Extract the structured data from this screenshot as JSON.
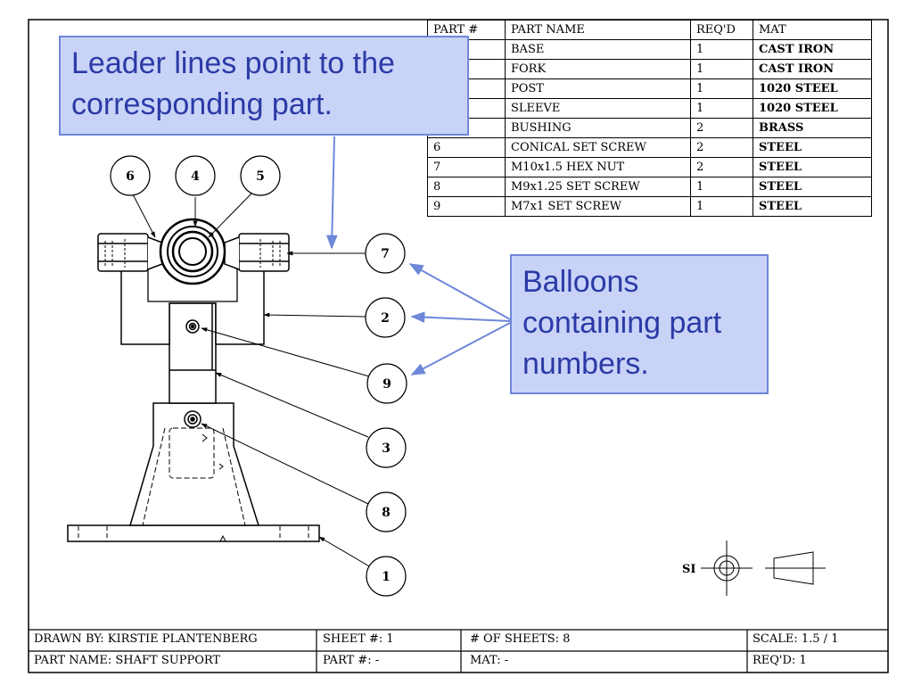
{
  "bom": {
    "headers": [
      "PART #",
      "PART NAME",
      "REQ'D",
      "MAT"
    ],
    "rows": [
      [
        "",
        "BASE",
        "1",
        "CAST IRON"
      ],
      [
        "",
        "FORK",
        "1",
        "CAST IRON"
      ],
      [
        "",
        "POST",
        "1",
        "1020 STEEL"
      ],
      [
        "",
        "SLEEVE",
        "1",
        "1020 STEEL"
      ],
      [
        "",
        "BUSHING",
        "2",
        "BRASS"
      ],
      [
        "6",
        "CONICAL SET SCREW",
        "2",
        "STEEL"
      ],
      [
        "7",
        "M10x1.5 HEX NUT",
        "2",
        "STEEL"
      ],
      [
        "8",
        "M9x1.25 SET SCREW",
        "1",
        "STEEL"
      ],
      [
        "9",
        "M7x1 SET SCREW",
        "1",
        "STEEL"
      ]
    ]
  },
  "callouts": {
    "leader_lines": "Leader lines point to the corresponding part.",
    "balloons": "Balloons containing part numbers."
  },
  "balloons": [
    "6",
    "4",
    "5",
    "7",
    "2",
    "9",
    "3",
    "8",
    "1"
  ],
  "projection_symbol": "SI",
  "title_block": {
    "drawn_by": "DRAWN BY: KIRSTIE PLANTENBERG",
    "sheet": "SHEET #: 1",
    "num_sheets": "# OF SHEETS: 8",
    "scale": "SCALE: 1.5 / 1",
    "part_name": "PART NAME: SHAFT SUPPORT",
    "part_num": "PART #: -",
    "mat": "MAT: -",
    "reqd": "REQ'D: 1"
  },
  "colors": {
    "callout_fill": "#c9d3f7",
    "callout_border": "#6e87d8",
    "callout_text": "#2b3aa6",
    "arrow": "#6e87d8"
  }
}
